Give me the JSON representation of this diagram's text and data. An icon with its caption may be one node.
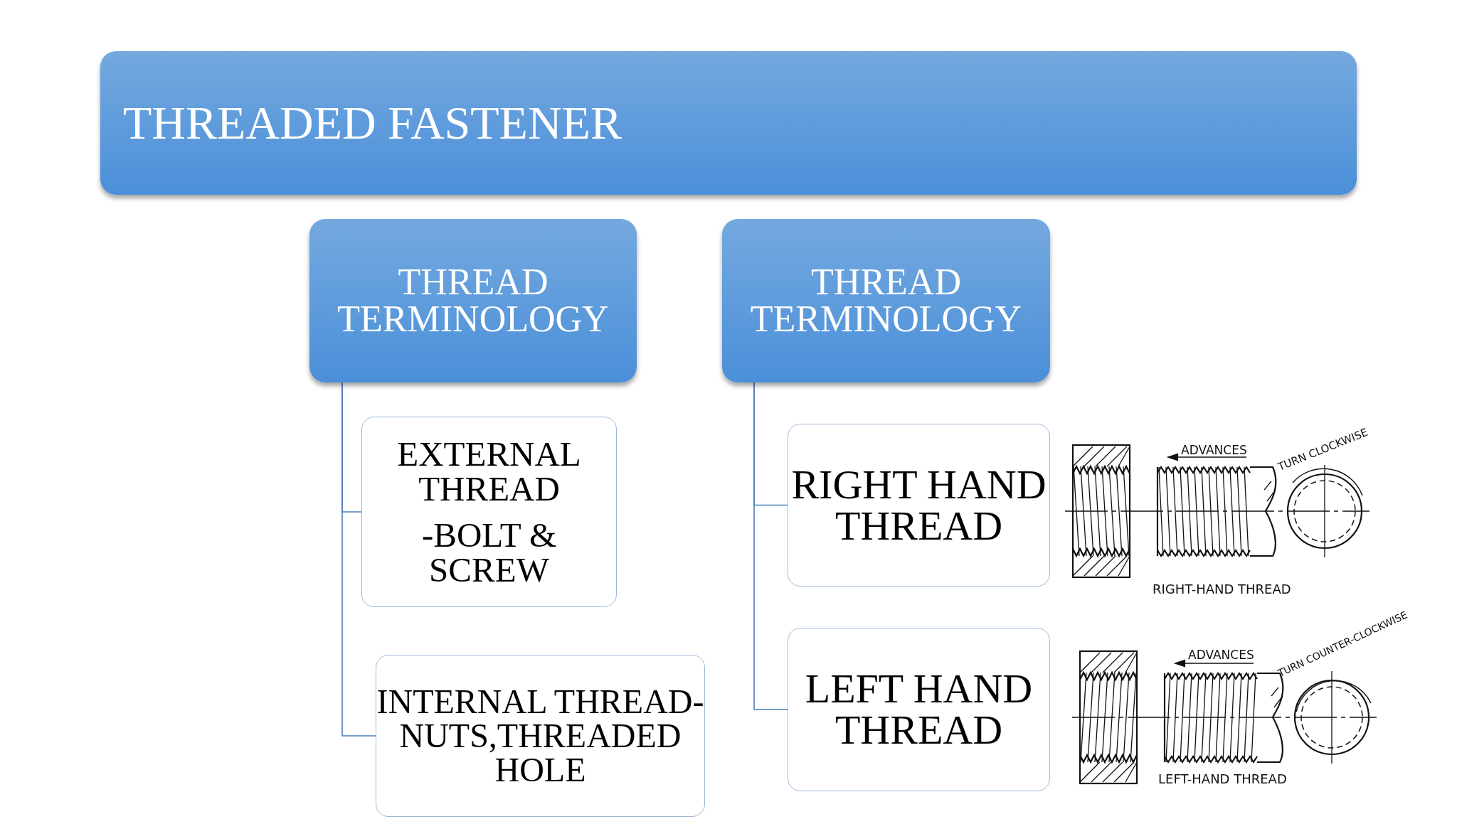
{
  "diagram": {
    "nodes": [
      {
        "text": [
          "THREADED FASTENER"
        ]
      },
      {
        "text": [
          "THREAD TERMINOLOGY"
        ]
      },
      {
        "text": [
          "THREAD TERMINOLOGY"
        ]
      },
      {
        "text": [
          "EXTERNAL THREAD",
          "-BOLT & SCREW"
        ]
      },
      {
        "text": [
          "INTERNAL THREAD- NUTS,THREADED HOLE"
        ]
      },
      {
        "text": [
          "RIGHT HAND THREAD"
        ]
      },
      {
        "text": [
          "LEFT HAND THREAD"
        ]
      }
    ],
    "edges": [
      {
        "from": 1,
        "to": 3,
        "arrow": "none"
      },
      {
        "from": 1,
        "to": 4,
        "arrow": "none"
      },
      {
        "from": 2,
        "to": 5,
        "arrow": "none"
      },
      {
        "from": 2,
        "to": 6,
        "arrow": "none"
      }
    ],
    "labels": [
      "ADVANCES",
      "TURN CLOCKWISE",
      "RIGHT-HAND THREAD",
      "ADVANCES",
      "TURN COUNTER-CLOCKWISE",
      "LEFT-HAND THREAD"
    ]
  }
}
